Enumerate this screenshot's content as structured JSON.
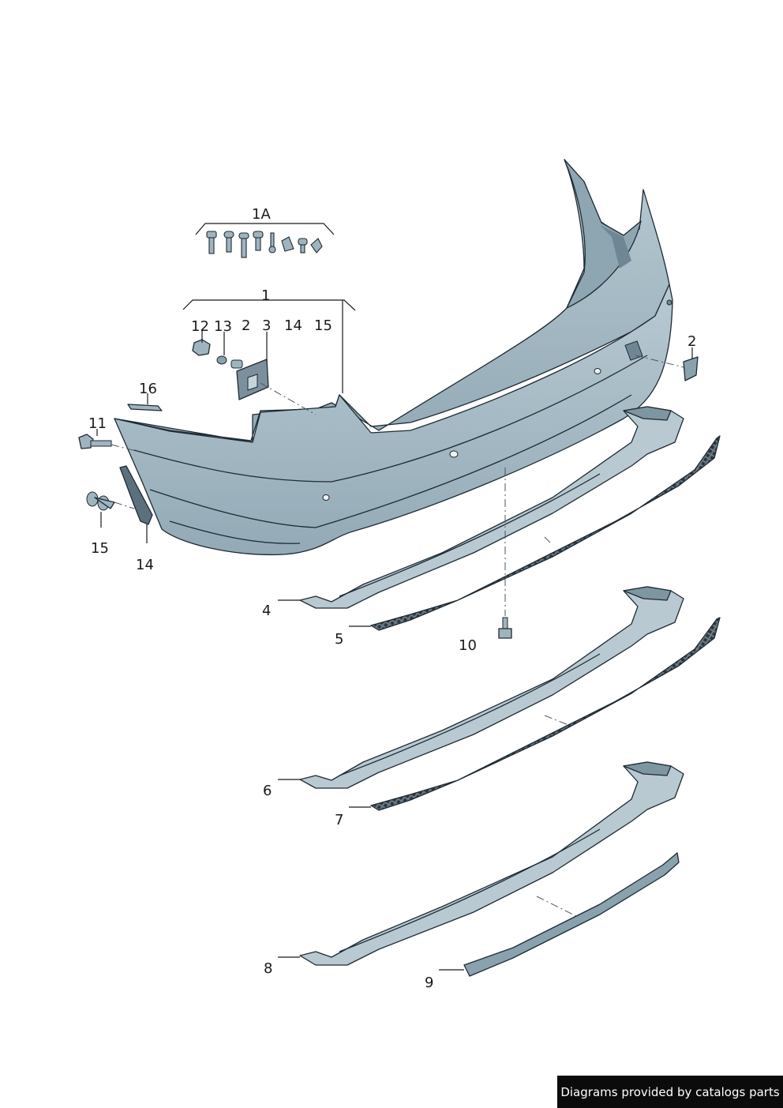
{
  "labels": {
    "l1A": "1A",
    "l1": "1",
    "l12": "12",
    "l13": "13",
    "l2a": "2",
    "l3": "3",
    "l14a": "14",
    "l15a": "15",
    "l2b": "2",
    "l16": "16",
    "l11": "11",
    "l15b": "15",
    "l14b": "14",
    "l4": "4",
    "l5": "5",
    "l10": "10",
    "l6": "6",
    "l7": "7",
    "l8": "8",
    "l9": "9"
  },
  "credit": "Diagrams provided by catalogs parts",
  "colors": {
    "bumper": "#a4b9c4",
    "bumper_shade": "#8aa1ae",
    "bumper_dark": "#6f8794",
    "grille": "#3a4650",
    "outline": "#1e2a33"
  }
}
